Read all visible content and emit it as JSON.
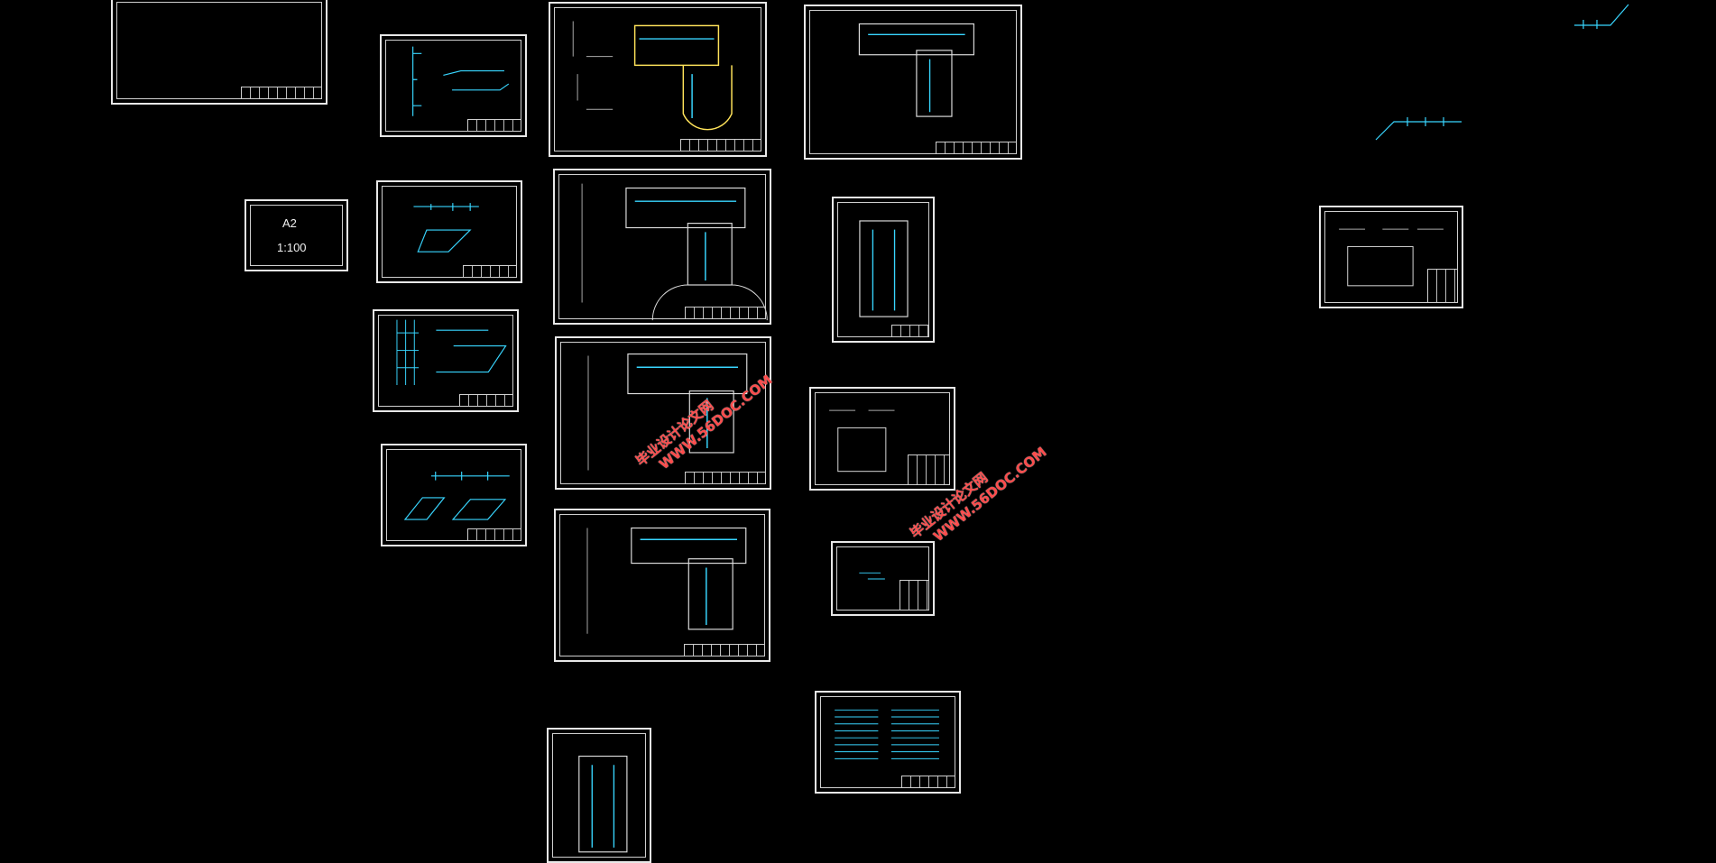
{
  "label_sheet": {
    "size": "A2",
    "scale": "1:100"
  },
  "watermarks": [
    {
      "line1": "毕业设计论文网",
      "line2": "WWW.56DOC.COM"
    },
    {
      "line1": "毕业设计论文网",
      "line2": "WWW.56DOC.COM"
    }
  ],
  "colors": {
    "background": "#000000",
    "frame": "#e8e8e8",
    "pipe": "#38d6ff",
    "wall": "#ffe35a",
    "watermark": "#ff4b4b"
  }
}
